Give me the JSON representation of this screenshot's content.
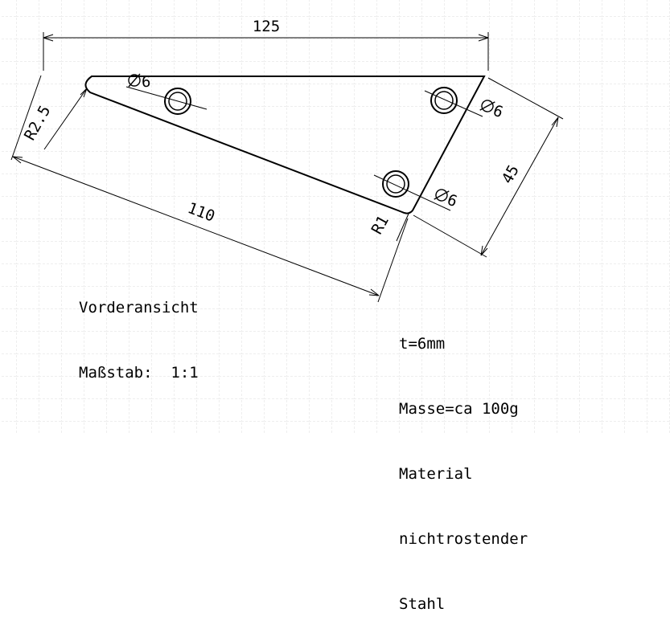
{
  "dimensions": {
    "width_overall": "125",
    "length_diagonal": "110",
    "height_right": "45",
    "radius_left": "R2.5",
    "radius_bottom": "R1",
    "hole_top_left": "6",
    "hole_top_right": "6",
    "hole_bottom": "6"
  },
  "view": {
    "title": "Vorderansicht",
    "scale_label": "Maßstab:",
    "scale_value": "1:1"
  },
  "specs": {
    "thickness": "t=6mm",
    "mass": "Masse=ca 100g",
    "material_label": "Material",
    "material_line1": "nichtrostender",
    "material_line2": "Stahl"
  },
  "colors": {
    "grid": "#dcdcdc",
    "line": "#000000",
    "background": "#ffffff"
  }
}
